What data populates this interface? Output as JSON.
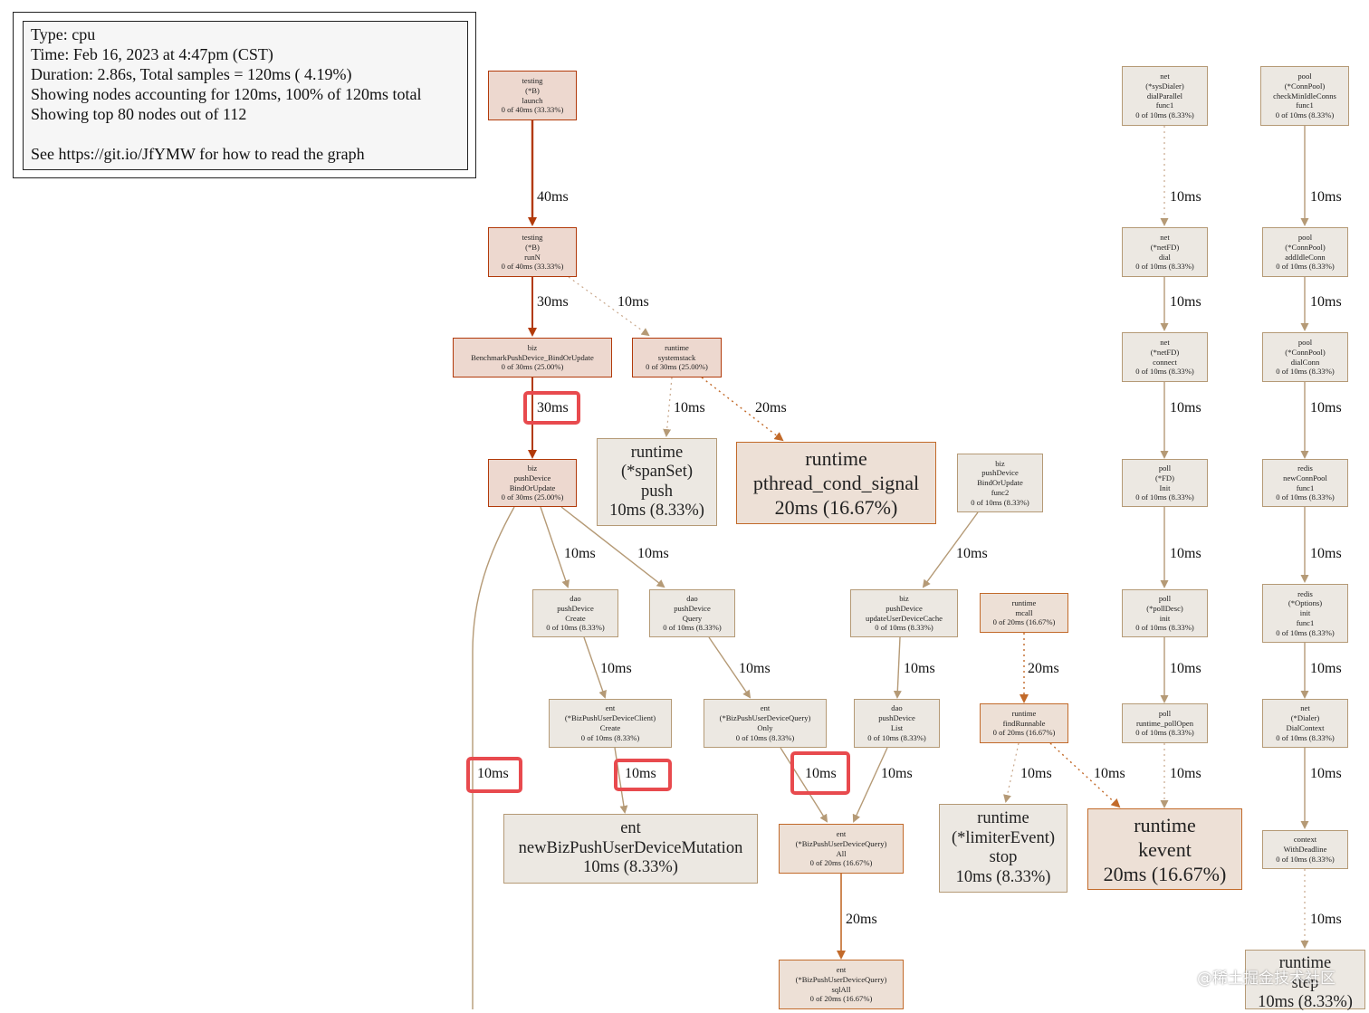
{
  "legend": {
    "lines": [
      "Type: cpu",
      "Time: Feb 16, 2023 at 4:47pm (CST)",
      "Duration: 2.86s, Total samples = 120ms ( 4.19%)",
      "Showing nodes accounting for 120ms, 100% of 120ms total",
      "Showing top 80 nodes out of 112",
      "",
      "See https://git.io/JfYMW for how to read the graph"
    ]
  },
  "colors": {
    "hot_edge": "#b23a0a",
    "warm_edge": "#c26a2a",
    "cool_edge": "#b59a76",
    "hot_fill": "#edd8cf",
    "warm_fill": "#ede0d6",
    "cool_fill": "#ece8e2",
    "highlight": "#e84a4e"
  },
  "nodes": [
    {
      "id": "testing-launch",
      "lines": [
        "testing",
        "(*B)",
        "launch",
        "0 of 40ms (33.33%)"
      ]
    },
    {
      "id": "testing-runN",
      "lines": [
        "testing",
        "(*B)",
        "runN",
        "0 of 40ms (33.33%)"
      ]
    },
    {
      "id": "biz-bench",
      "lines": [
        "biz",
        "BenchmarkPushDevice_BindOrUpdate",
        "0 of 30ms (25.00%)"
      ]
    },
    {
      "id": "runtime-systemstack",
      "lines": [
        "runtime",
        "systemstack",
        "0 of 30ms (25.00%)"
      ]
    },
    {
      "id": "biz-bindorupdate",
      "lines": [
        "biz",
        "pushDevice",
        "BindOrUpdate",
        "0 of 30ms (25.00%)"
      ]
    },
    {
      "id": "runtime-spanset",
      "lines": [
        "runtime",
        "(*spanSet)",
        "push",
        "10ms (8.33%)"
      ]
    },
    {
      "id": "runtime-pthread",
      "lines": [
        "runtime",
        "pthread_cond_signal",
        "20ms (16.67%)"
      ]
    },
    {
      "id": "biz-func2",
      "lines": [
        "biz",
        "pushDevice",
        "BindOrUpdate",
        "func2",
        "0 of 10ms (8.33%)"
      ]
    },
    {
      "id": "dao-create",
      "lines": [
        "dao",
        "pushDevice",
        "Create",
        "0 of 10ms (8.33%)"
      ]
    },
    {
      "id": "dao-query",
      "lines": [
        "dao",
        "pushDevice",
        "Query",
        "0 of 10ms (8.33%)"
      ]
    },
    {
      "id": "biz-updatecache",
      "lines": [
        "biz",
        "pushDevice",
        "updateUserDeviceCache",
        "0 of 10ms (8.33%)"
      ]
    },
    {
      "id": "runtime-mcall",
      "lines": [
        "runtime",
        "mcall",
        "0 of 20ms (16.67%)"
      ]
    },
    {
      "id": "ent-client-create",
      "lines": [
        "ent",
        "(*BizPushUserDeviceClient)",
        "Create",
        "0 of 10ms (8.33%)"
      ]
    },
    {
      "id": "ent-query-only",
      "lines": [
        "ent",
        "(*BizPushUserDeviceQuery)",
        "Only",
        "0 of 10ms (8.33%)"
      ]
    },
    {
      "id": "dao-list",
      "lines": [
        "dao",
        "pushDevice",
        "List",
        "0 of 10ms (8.33%)"
      ]
    },
    {
      "id": "runtime-findrunnable",
      "lines": [
        "runtime",
        "findRunnable",
        "0 of 20ms (16.67%)"
      ]
    },
    {
      "id": "ent-newmutation",
      "lines": [
        "ent",
        "newBizPushUserDeviceMutation",
        "10ms (8.33%)"
      ]
    },
    {
      "id": "ent-query-all",
      "lines": [
        "ent",
        "(*BizPushUserDeviceQuery)",
        "All",
        "0 of 20ms (16.67%)"
      ]
    },
    {
      "id": "runtime-limiter",
      "lines": [
        "runtime",
        "(*limiterEvent)",
        "stop",
        "10ms (8.33%)"
      ]
    },
    {
      "id": "runtime-kevent",
      "lines": [
        "runtime",
        "kevent",
        "20ms (16.67%)"
      ]
    },
    {
      "id": "ent-query-sqlall",
      "lines": [
        "ent",
        "(*BizPushUserDeviceQuery)",
        "sqlAll",
        "0 of 20ms (16.67%)"
      ]
    },
    {
      "id": "net-sysdialer",
      "lines": [
        "net",
        "(*sysDialer)",
        "dialParallel",
        "func1",
        "0 of 10ms (8.33%)"
      ]
    },
    {
      "id": "net-netfd-dial",
      "lines": [
        "net",
        "(*netFD)",
        "dial",
        "0 of 10ms (8.33%)"
      ]
    },
    {
      "id": "net-netfd-connect",
      "lines": [
        "net",
        "(*netFD)",
        "connect",
        "0 of 10ms (8.33%)"
      ]
    },
    {
      "id": "poll-fd-init",
      "lines": [
        "poll",
        "(*FD)",
        "Init",
        "0 of 10ms (8.33%)"
      ]
    },
    {
      "id": "poll-polldesc-init",
      "lines": [
        "poll",
        "(*pollDesc)",
        "init",
        "0 of 10ms (8.33%)"
      ]
    },
    {
      "id": "poll-runtime-pollopen",
      "lines": [
        "poll",
        "runtime_pollOpen",
        "0 of 10ms (8.33%)"
      ]
    },
    {
      "id": "pool-checkminidle",
      "lines": [
        "pool",
        "(*ConnPool)",
        "checkMinIdleConns",
        "func1",
        "0 of 10ms (8.33%)"
      ]
    },
    {
      "id": "pool-addidleconn",
      "lines": [
        "pool",
        "(*ConnPool)",
        "addIdleConn",
        "0 of 10ms (8.33%)"
      ]
    },
    {
      "id": "pool-dialconn",
      "lines": [
        "pool",
        "(*ConnPool)",
        "dialConn",
        "0 of 10ms (8.33%)"
      ]
    },
    {
      "id": "redis-newconnpool",
      "lines": [
        "redis",
        "newConnPool",
        "func1",
        "0 of 10ms (8.33%)"
      ]
    },
    {
      "id": "redis-options-init",
      "lines": [
        "redis",
        "(*Options)",
        "init",
        "func1",
        "0 of 10ms (8.33%)"
      ]
    },
    {
      "id": "net-dialer-dialcontext",
      "lines": [
        "net",
        "(*Dialer)",
        "DialContext",
        "0 of 10ms (8.33%)"
      ]
    },
    {
      "id": "context-withdeadline",
      "lines": [
        "context",
        "WithDeadline",
        "0 of 10ms (8.33%)"
      ]
    },
    {
      "id": "runtime-step",
      "lines": [
        "runtime",
        "step",
        "10ms (8.33%)"
      ]
    }
  ],
  "edges": [
    {
      "id": "e-launch-runN",
      "label": "40ms"
    },
    {
      "id": "e-runN-bench",
      "label": "30ms"
    },
    {
      "id": "e-runN-systemstack",
      "label": "10ms"
    },
    {
      "id": "e-bench-bind",
      "label": "30ms"
    },
    {
      "id": "e-sys-spanset",
      "label": "10ms"
    },
    {
      "id": "e-sys-pthread",
      "label": "20ms"
    },
    {
      "id": "e-bind-create",
      "label": "10ms"
    },
    {
      "id": "e-bind-query",
      "label": "10ms"
    },
    {
      "id": "e-bind-down",
      "label": "10ms"
    },
    {
      "id": "e-func2-cache",
      "label": "10ms"
    },
    {
      "id": "e-create-client",
      "label": "10ms"
    },
    {
      "id": "e-query-only",
      "label": "10ms"
    },
    {
      "id": "e-cache-list",
      "label": "10ms"
    },
    {
      "id": "e-mcall-find",
      "label": "20ms"
    },
    {
      "id": "e-client-mutation",
      "label": "10ms"
    },
    {
      "id": "e-only-all",
      "label": "10ms"
    },
    {
      "id": "e-list-all",
      "label": "10ms"
    },
    {
      "id": "e-find-limiter",
      "label": "10ms"
    },
    {
      "id": "e-find-kevent",
      "label": "10ms"
    },
    {
      "id": "e-all-sqlall",
      "label": "20ms"
    },
    {
      "id": "e-sys-netfd",
      "label": "10ms"
    },
    {
      "id": "e-netfd-connect",
      "label": "10ms"
    },
    {
      "id": "e-connect-fdinit",
      "label": "10ms"
    },
    {
      "id": "e-fdinit-polldesc",
      "label": "10ms"
    },
    {
      "id": "e-polldesc-pollopen",
      "label": "10ms"
    },
    {
      "id": "e-pollopen-kevent",
      "label": "10ms"
    },
    {
      "id": "e-check-add",
      "label": "10ms"
    },
    {
      "id": "e-add-dial",
      "label": "10ms"
    },
    {
      "id": "e-dial-newconn",
      "label": "10ms"
    },
    {
      "id": "e-newconn-init",
      "label": "10ms"
    },
    {
      "id": "e-init-dialcontext",
      "label": "10ms"
    },
    {
      "id": "e-dialcontext-withdeadline",
      "label": "10ms"
    },
    {
      "id": "e-withdeadline-step",
      "label": "10ms"
    }
  ],
  "watermark": "@稀土掘金技术社区"
}
